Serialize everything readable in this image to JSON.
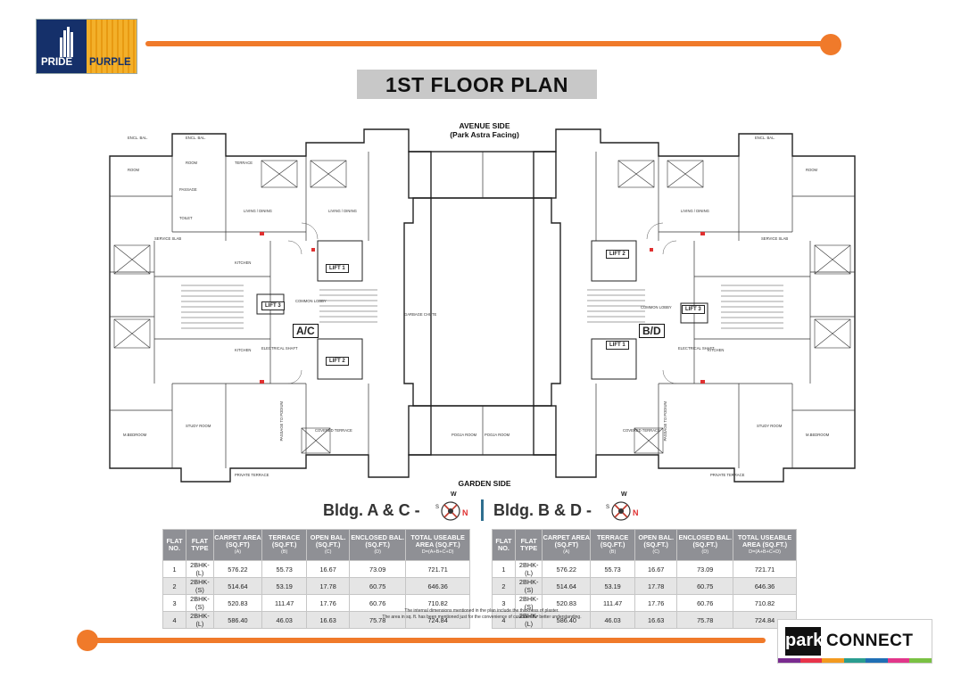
{
  "brand": {
    "logo_word_1": "PRIDE",
    "logo_word_2": "PURPLE",
    "accent_color": "#f07a2a",
    "navy_color": "#15306a"
  },
  "title": "1ST FLOOR PLAN",
  "plan": {
    "top_side": "AVENUE SIDE",
    "top_side_sub": "(Park Astra Facing)",
    "bottom_side": "GARDEN SIDE",
    "left_building_tag": "A/C",
    "right_building_tag": "B/D",
    "lifts": [
      "LIFT 1",
      "LIFT 2",
      "LIFT 3"
    ],
    "passage_label": "PASSAGE TO PODIUM",
    "room_labels": {
      "encl_bal": "ENCL. BAL.",
      "room": "ROOM",
      "terrace": "TERRACE",
      "living_dining": "LIVING / DINING",
      "kitchen": "KITCHEN",
      "toilet": "TOILET",
      "passage": "PASSAGE",
      "study_room": "STUDY ROOM",
      "master_bedroom": "M.BEDROOM",
      "pooja_room": "POOJA ROOM",
      "covered_terrace": "COVERED TERRACE",
      "private_terrace": "PRIVATE TERRACE",
      "common_lobby": "COMMON LOBBY",
      "garbage_chute": "GARBAGE CHUTE",
      "electrical_shaft": "ELECTRICAL SHAFT",
      "service_slab": "SERVICE SLAB"
    }
  },
  "left_heading": "Bldg. A & C -",
  "right_heading": "Bldg. B & D -",
  "compass": {
    "n": "N",
    "w": "W",
    "s": "S"
  },
  "table": {
    "headers": [
      {
        "label": "FLAT NO.",
        "sub": ""
      },
      {
        "label": "FLAT TYPE",
        "sub": ""
      },
      {
        "label": "CARPET AREA (SQ.FT)",
        "sub": "(A)"
      },
      {
        "label": "TERRACE (SQ.FT.)",
        "sub": "(B)"
      },
      {
        "label": "OPEN BAL. (SQ.FT.)",
        "sub": "(C)"
      },
      {
        "label": "ENCLOSED BAL.(SQ.FT.)",
        "sub": "(D)"
      },
      {
        "label": "TOTAL USEABLE AREA (SQ.FT.)",
        "sub": "D=(A+B+C+D)"
      }
    ],
    "rows": [
      [
        "1",
        "2BHK-(L)",
        "576.22",
        "55.73",
        "16.67",
        "73.09",
        "721.71"
      ],
      [
        "2",
        "2BHK-(S)",
        "514.64",
        "53.19",
        "17.78",
        "60.75",
        "646.36"
      ],
      [
        "3",
        "2BHK-(S)",
        "520.83",
        "111.47",
        "17.76",
        "60.76",
        "710.82"
      ],
      [
        "4",
        "2BHK-(L)",
        "586.40",
        "46.03",
        "16.63",
        "75.78",
        "724.84"
      ]
    ]
  },
  "notes": [
    "The internal dimensions mentioned in the plan include the thickness of plaster.",
    "The area in sq. ft. has been mentioned just for the convenience of customer for better understanding."
  ],
  "partner_logo": {
    "word_1": "park",
    "word_2": "CONNECT",
    "strip_colors": [
      "#7a2b8f",
      "#e8334a",
      "#f39a1f",
      "#2a9d8f",
      "#1f6fb5",
      "#e2368a",
      "#7ac143"
    ]
  }
}
